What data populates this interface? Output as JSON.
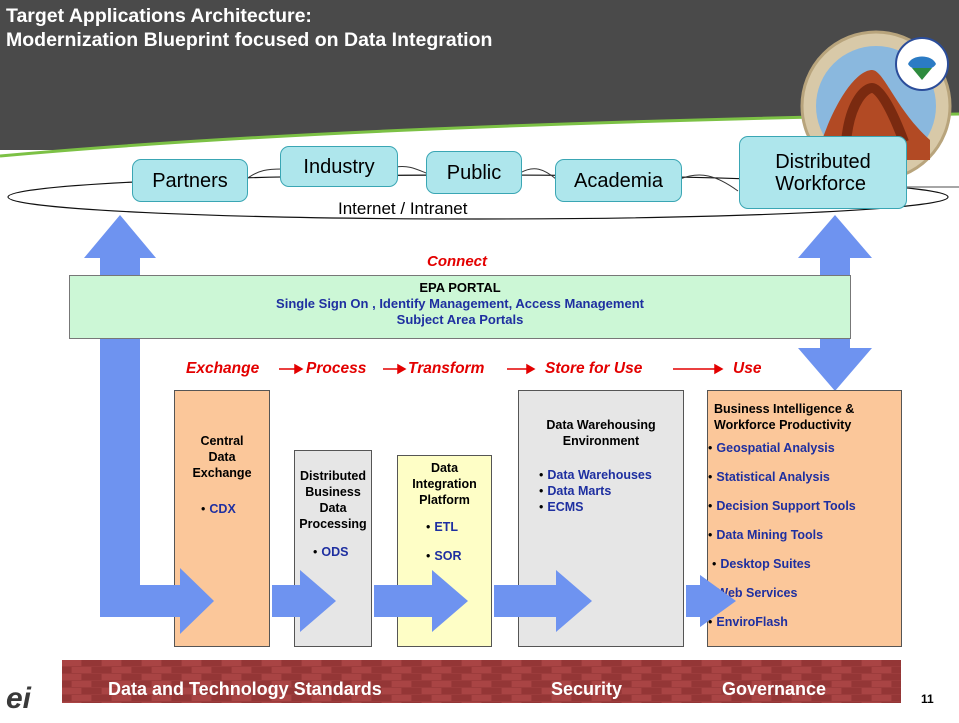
{
  "title": {
    "line1": "Target Applications Architecture:",
    "line2": "Modernization Blueprint focused on Data Integration"
  },
  "network": {
    "nodes": [
      "Partners",
      "Industry",
      "Public",
      "Academia"
    ],
    "distributed_line1": "Distributed",
    "distributed_line2": "Workforce",
    "cloud_label": "Internet / Intranet"
  },
  "connect_label": "Connect",
  "portal": {
    "title": "EPA PORTAL",
    "line1": "Single Sign On ,  Identify Management,  Access Management",
    "line2": "Subject Area  Portals"
  },
  "pipeline": {
    "stages": [
      "Exchange",
      "Process",
      "Transform",
      "Store for Use",
      "Use"
    ]
  },
  "boxes": {
    "cdx": {
      "title": [
        "Central",
        "Data",
        "Exchange"
      ],
      "items": [
        "CDX"
      ]
    },
    "dbdp": {
      "title": [
        "Distributed",
        "Business",
        "Data",
        "Processing"
      ],
      "items": [
        "ODS"
      ]
    },
    "dip": {
      "title": [
        "Data",
        "Integration",
        "Platform"
      ],
      "items": [
        "ETL",
        "SOR"
      ]
    },
    "dwe": {
      "title": [
        "Data Warehousing",
        "Environment"
      ],
      "items": [
        "Data Warehouses",
        "Data Marts",
        "ECMS"
      ]
    },
    "bi": {
      "title": [
        "Business Intelligence &",
        "Workforce Productivity"
      ],
      "items": [
        "Geospatial Analysis",
        "Statistical Analysis",
        "Decision Support Tools",
        "Data Mining Tools",
        "Desktop Suites",
        "Web Services",
        "EnviroFlash"
      ]
    }
  },
  "foundation": {
    "standards": "Data and Technology Standards",
    "security": "Security",
    "governance": "Governance"
  },
  "slide_number": "11",
  "colors": {
    "header": "#4a4a4a",
    "arrow": "#6e93f0",
    "node_fill": "#aee6ec",
    "portal_fill": "#ccf7d6",
    "cdx_fill": "#fbc79a",
    "gray_fill": "#e6e6e6",
    "yellow_fill": "#fefec6",
    "brick": "#9c3c3c",
    "accent_red": "#e30000",
    "item_blue": "#1e2fa0"
  },
  "icons": [
    "epa-seal-icon",
    "bullet-icon",
    "arrow-right-icon"
  ]
}
